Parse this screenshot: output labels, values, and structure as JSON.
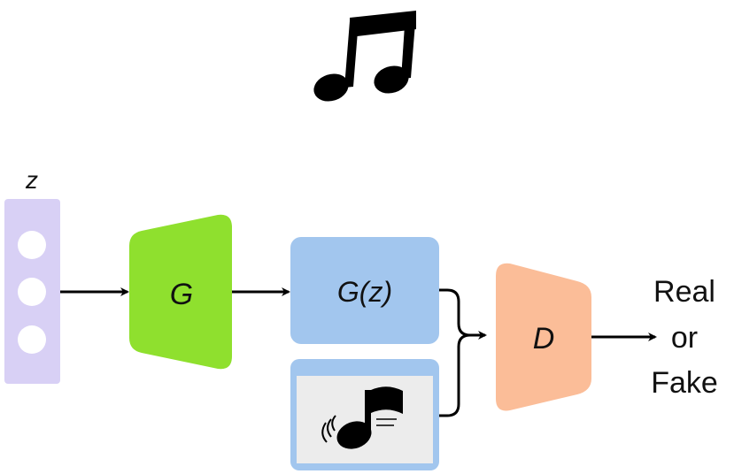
{
  "diagram": {
    "latent": {
      "label": "z",
      "circles": 3
    },
    "generator": {
      "label": "G"
    },
    "generated": {
      "label": "G(z)"
    },
    "real_sample": {
      "icon": "music-note-flag-icon"
    },
    "discriminator": {
      "label": "D"
    },
    "output": {
      "line1": "Real",
      "line2": "or",
      "line3": "Fake"
    },
    "top_icon": "beamed-eighth-notes-icon"
  },
  "colors": {
    "latent": "#d8d0f5",
    "generator": "#8fe02e",
    "generated": "#a2c6ee",
    "real_frame": "#a2c6ee",
    "real_inner": "#ececec",
    "discriminator": "#fbbd98",
    "ink": "#000000"
  }
}
